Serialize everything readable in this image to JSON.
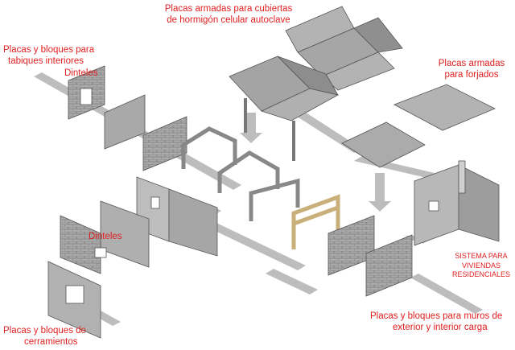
{
  "labels": {
    "cubiertas": [
      "Placas armadas para cubiertas",
      "de hormigón celular autoclave"
    ],
    "tabiques": [
      "Placas y bloques para",
      "tabiques interiores"
    ],
    "dinteles_top": "Dinteles",
    "forjados": [
      "Placas armadas",
      "para forjados"
    ],
    "dinteles_bottom": "Dinteles",
    "sistema": [
      "SISTEMA PARA",
      "VIVIENDAS",
      "RESIDENCIALES"
    ],
    "cerramientos": [
      "Placas y bloques de",
      "cerramientos"
    ],
    "muros": [
      "Placas y bloques para muros de",
      "exterior y interior carga"
    ]
  },
  "colors": {
    "label": "#e02020",
    "panel": "#aaaaaa",
    "panel_dark": "#8a8a8a",
    "path": "#bdbdbd",
    "wood": "#d9c49a"
  }
}
